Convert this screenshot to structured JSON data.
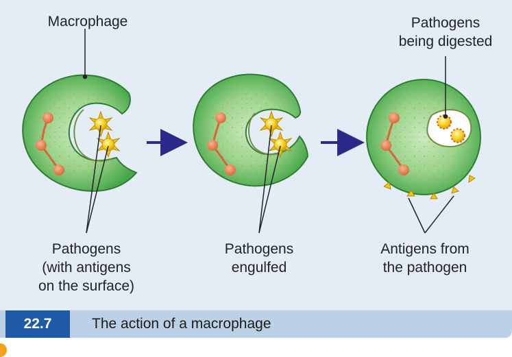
{
  "labels": {
    "macrophage": "Macrophage",
    "digested": "Pathogens\nbeing digested",
    "pathogens": "Pathogens\n(with antigens\non the surface)",
    "engulfed": "Pathogens\nengulfed",
    "antigens": "Antigens from\nthe pathogen"
  },
  "caption": {
    "number": "22.7",
    "title": "The action of a macrophage"
  },
  "colors": {
    "cell_fill": "#4caf50",
    "cell_inner": "#b8dfa6",
    "chain": "#e2784a",
    "pathogen": "#f2cc1c",
    "arrow": "#2b2a8a",
    "caption_box": "#1f5aa6"
  }
}
